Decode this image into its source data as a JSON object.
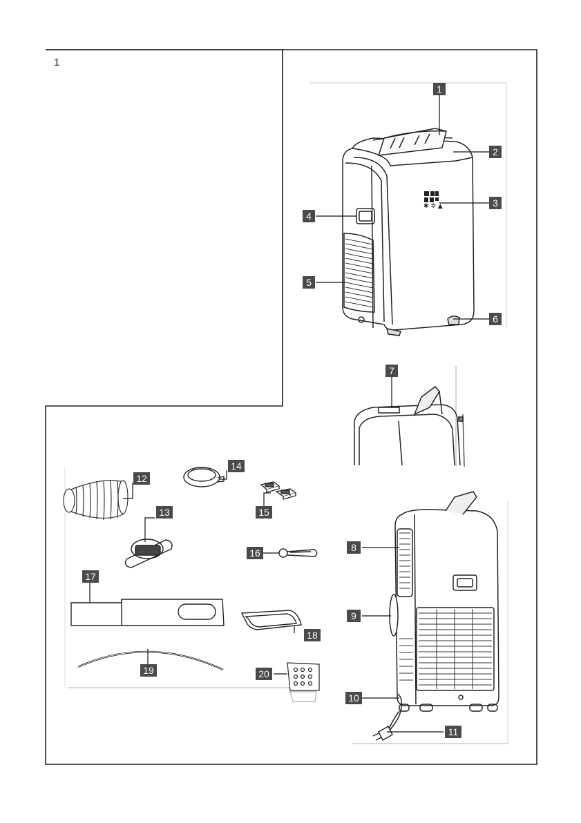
{
  "figure": {
    "number": "1"
  },
  "callouts": [
    {
      "label": "1",
      "part": "louver"
    },
    {
      "label": "2",
      "part": "control-panel"
    },
    {
      "label": "3",
      "part": "display-icons"
    },
    {
      "label": "4",
      "part": "front-handle"
    },
    {
      "label": "5",
      "part": "front-air-inlet-grille"
    },
    {
      "label": "6",
      "part": "caster-wheel"
    },
    {
      "label": "7",
      "part": "top-control-panel"
    },
    {
      "label": "8",
      "part": "side-air-inlet-grille"
    },
    {
      "label": "9",
      "part": "air-outlet"
    },
    {
      "label": "10",
      "part": "drain-outlet"
    },
    {
      "label": "11",
      "part": "power-cord-plug"
    },
    {
      "label": "12",
      "part": "exhaust-hose"
    },
    {
      "label": "13",
      "part": "window-adapter"
    },
    {
      "label": "14",
      "part": "hose-connector-ring"
    },
    {
      "label": "15",
      "part": "foam-seals"
    },
    {
      "label": "16",
      "part": "cable-strap"
    },
    {
      "label": "17",
      "part": "window-slider-kit"
    },
    {
      "label": "18",
      "part": "sealing-gasket"
    },
    {
      "label": "19",
      "part": "drain-tube"
    },
    {
      "label": "20",
      "part": "remote-control"
    }
  ],
  "colors": {
    "callout_bg": "#4a4a4a",
    "callout_text": "#ffffff",
    "line": "#1a1a1a",
    "frame": "#222222"
  }
}
